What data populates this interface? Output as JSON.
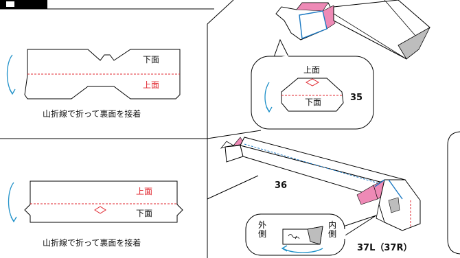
{
  "panel_a": {
    "label_bottom_face": "下面",
    "label_top_face": "上面",
    "caption": "山折線で折って裏面を接着"
  },
  "panel_b": {
    "label_top_face": "上面",
    "label_bottom_face": "下面",
    "caption": "山折線で折って裏面を接着"
  },
  "callout_35": {
    "label_top_face": "上面",
    "label_bottom_face": "下面",
    "step_number": "35"
  },
  "step_36": "36",
  "callout_37": {
    "outer_side_chars": [
      "外",
      "側"
    ],
    "inner_side_chars": [
      "内",
      "側"
    ],
    "step_label": "37L（37R）"
  },
  "colors": {
    "fold_line_red": "#e0242c",
    "edge_blue": "#1a78c2",
    "flap_pink": "#ee8ab6",
    "rotate_arrow_blue": "#1e90c8",
    "header_black": "#000000"
  }
}
